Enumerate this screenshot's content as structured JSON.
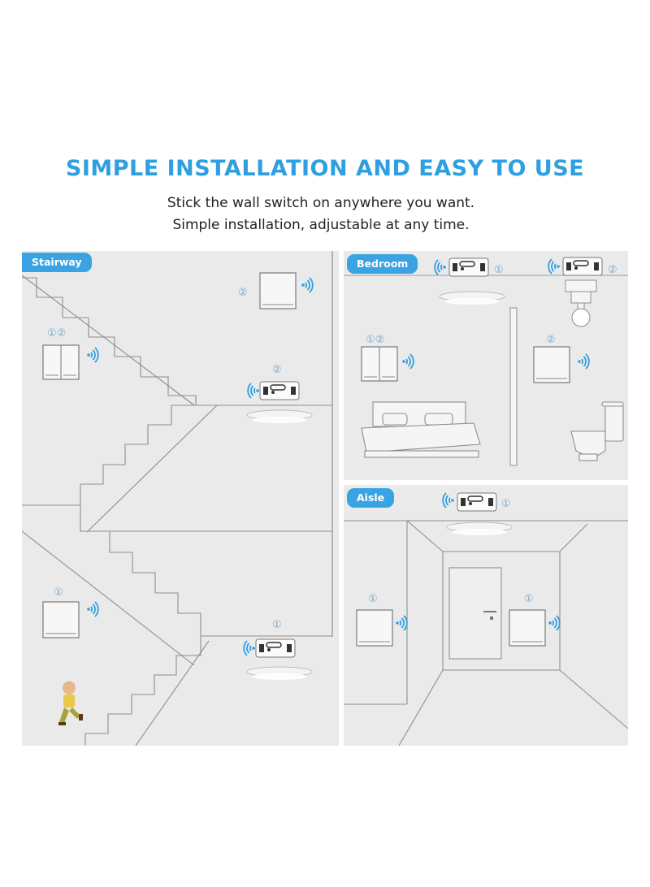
{
  "header": {
    "title": "SIMPLE INSTALLATION AND EASY TO USE",
    "line1": "Stick the wall switch on anywhere you want.",
    "line2": "Simple installation,  adjustable at any time."
  },
  "panels": {
    "stairway": {
      "label": "Stairway",
      "num_top_switch": "②",
      "num_double": "①②",
      "num_upper_receiver": "②",
      "num_lower_switch": "①",
      "num_lower_receiver": "①"
    },
    "bedroom": {
      "label": "Bedroom",
      "num_receiver_left": "①",
      "num_receiver_right": "②",
      "num_double": "①②",
      "num_single": "②"
    },
    "aisle": {
      "label": "Aisle",
      "num_receiver": "①",
      "num_left_switch": "①",
      "num_right_switch": "①"
    }
  },
  "colors": {
    "accent": "#2e9fe0",
    "panel_bg": "#eaeaea",
    "line": "#8e8e8e",
    "signal": "#2e9fe0"
  },
  "icons": [
    "wall-switch-icon",
    "wifi-signal-icon",
    "receiver-module-icon",
    "ceiling-light-icon",
    "bulb-icon",
    "bed-icon",
    "toilet-icon",
    "door-icon",
    "child-figure-icon"
  ]
}
